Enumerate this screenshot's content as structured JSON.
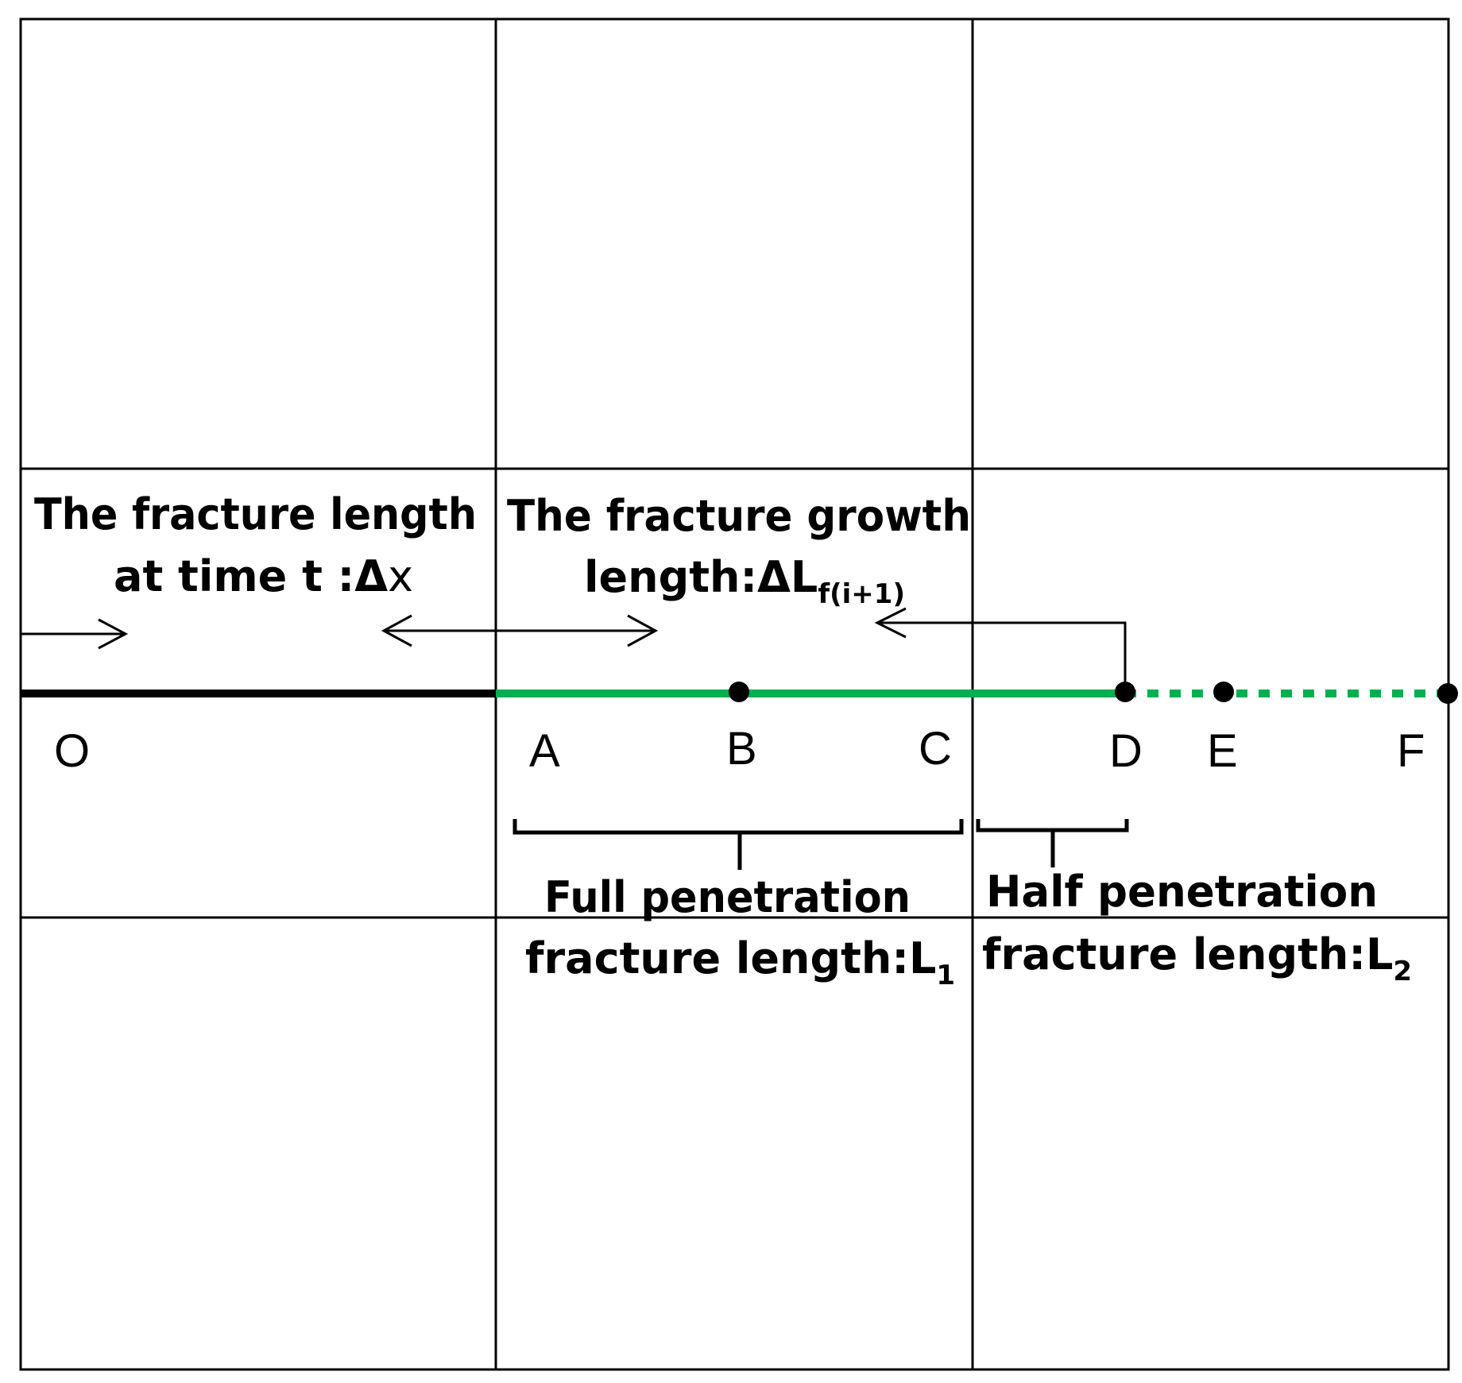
{
  "points": {
    "O": "O",
    "A": "A",
    "B": "B",
    "C": "C",
    "D": "D",
    "E": "E",
    "F": "F"
  },
  "labels": {
    "fracture_length_line1": "The fracture length",
    "fracture_length_line2_prefix": "at time t :",
    "fracture_length_delta": "Δ",
    "fracture_length_var": "x",
    "growth_line1": "The fracture growth",
    "growth_line2_prefix": "length:",
    "growth_delta": "Δ",
    "growth_var": "L",
    "growth_sub": "f(i+1)",
    "full_line1": "Full penetration",
    "full_line2_prefix": "fracture length:",
    "full_var": "L",
    "full_sub": "1",
    "half_line1": "Half  penetration",
    "half_line2_prefix": "fracture length:",
    "half_var": "L",
    "half_sub": "2"
  },
  "colors": {
    "grid": "#000000",
    "fracture_existing": "#000000",
    "fracture_growth": "#00b050",
    "point": "#000000"
  }
}
